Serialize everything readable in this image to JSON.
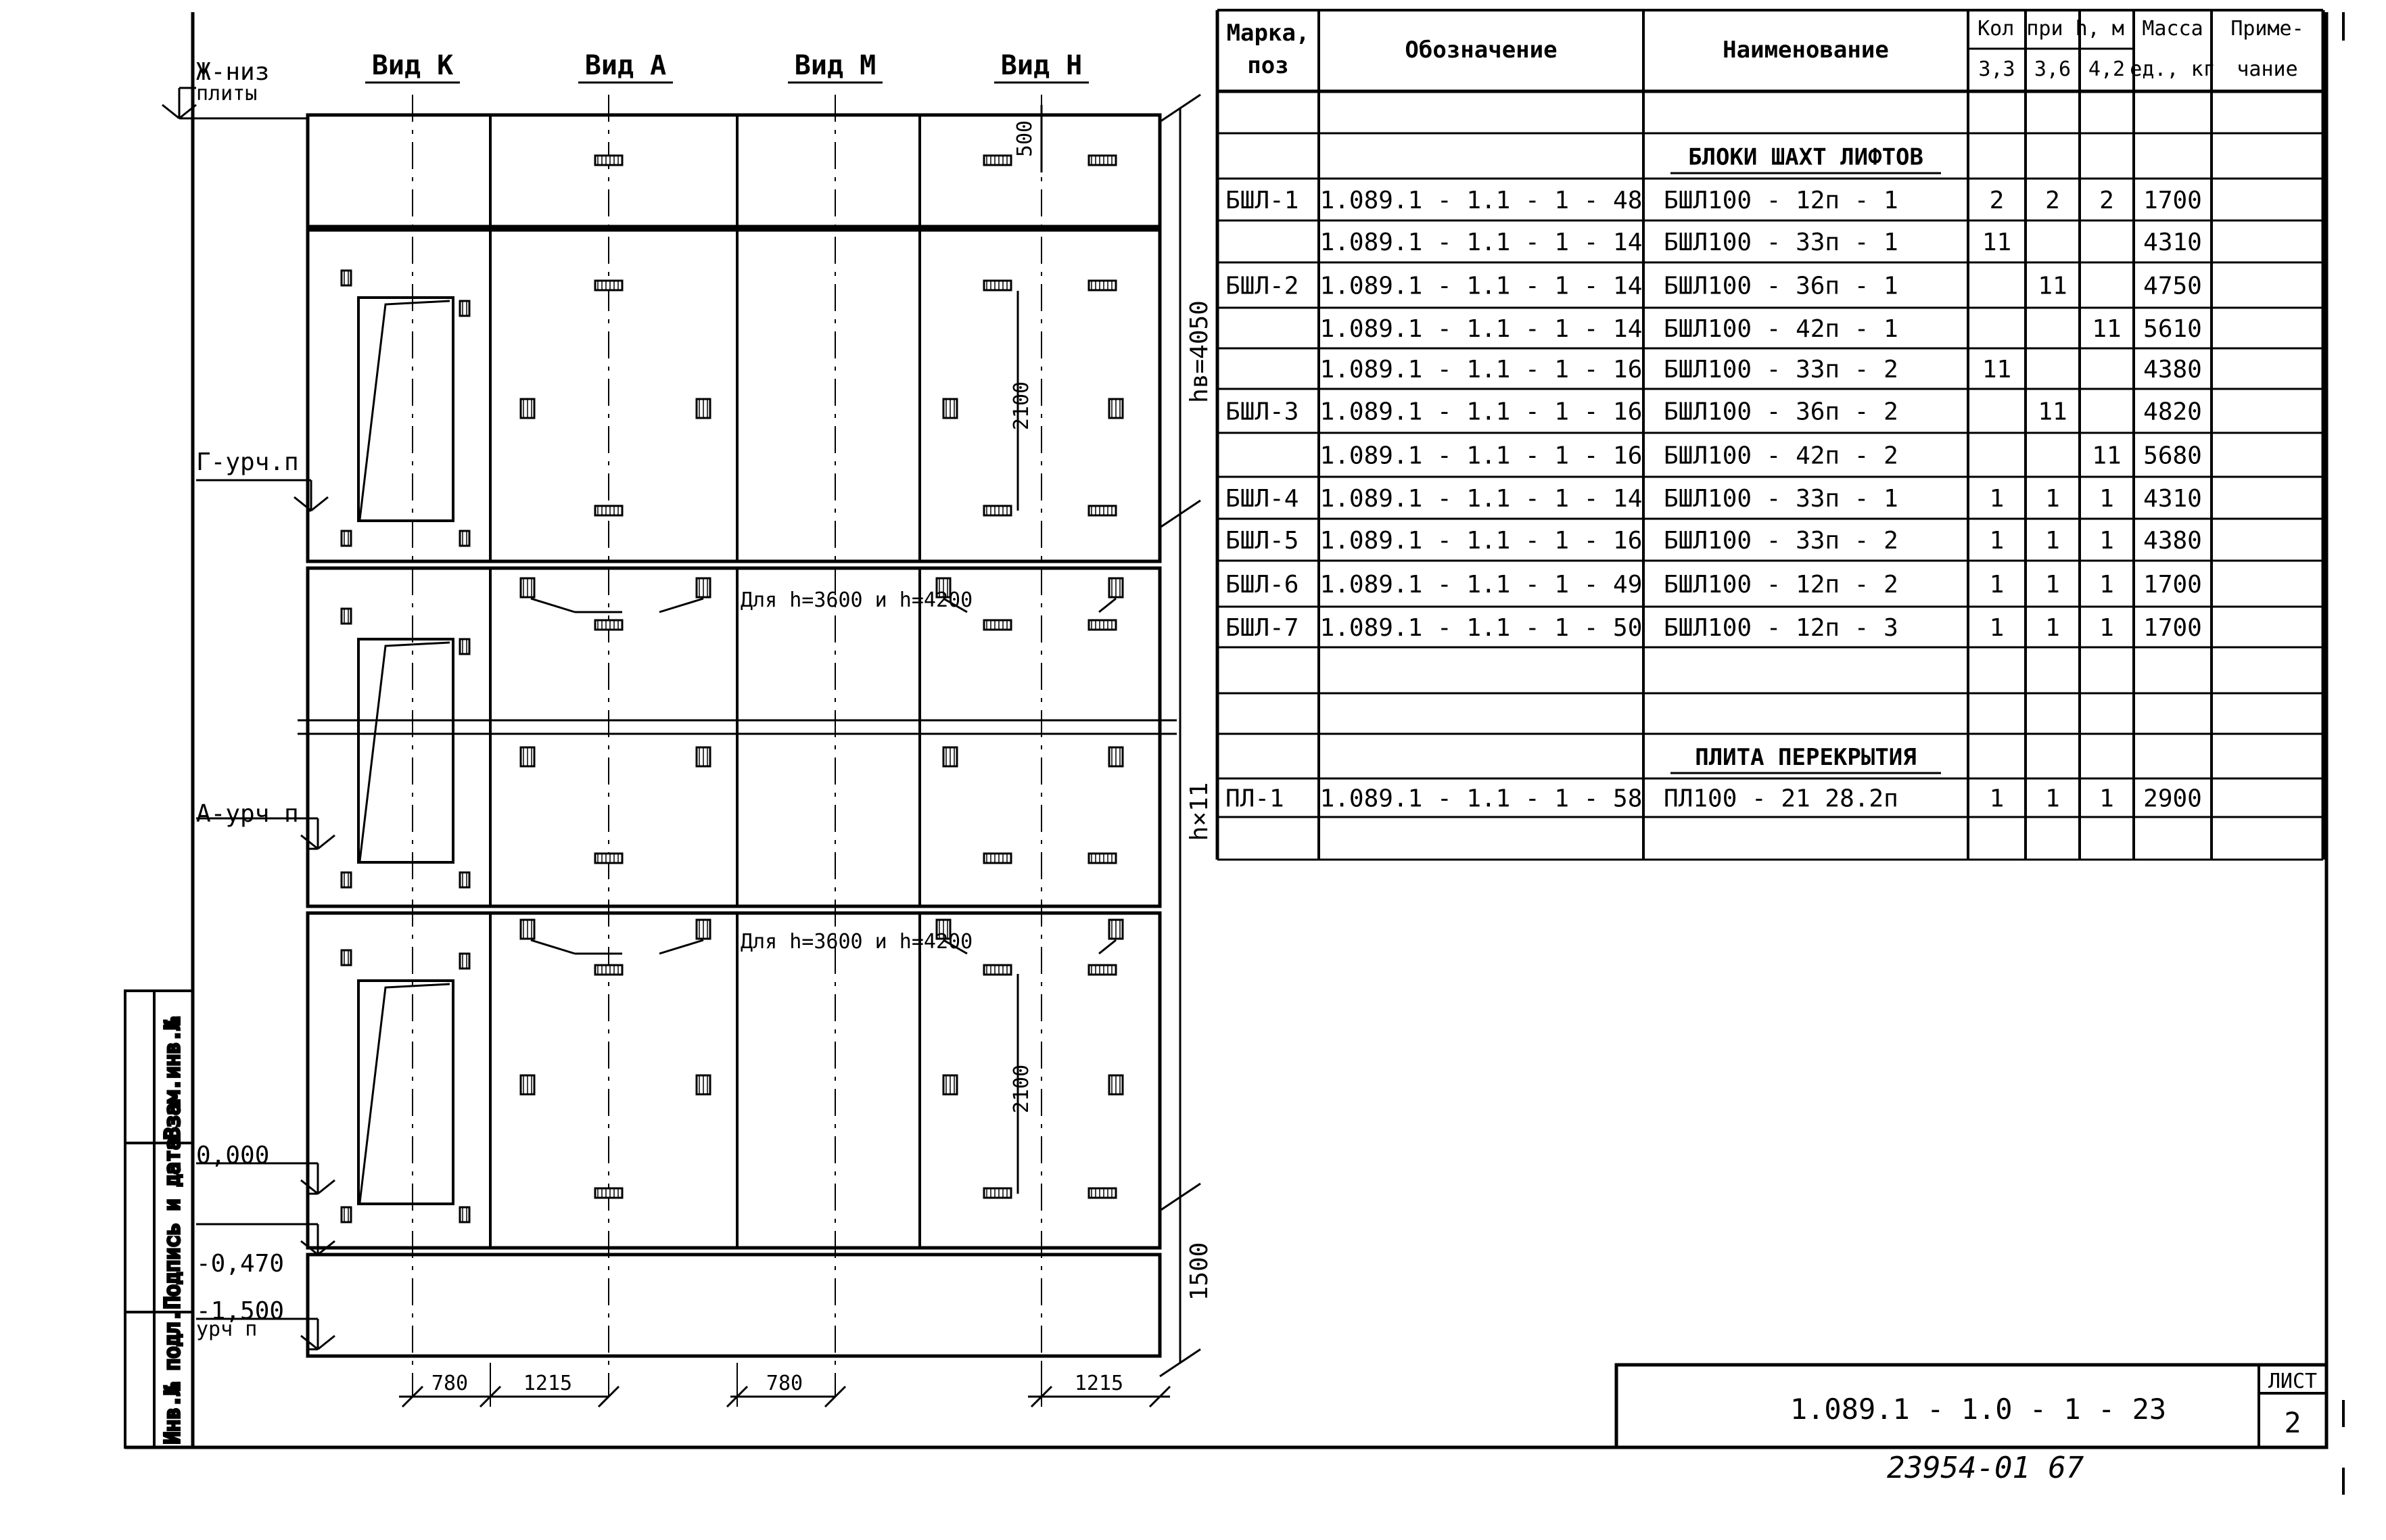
{
  "drawing": {
    "views": [
      "Вид К",
      "Вид А",
      "Вид М",
      "Вид Н"
    ],
    "levels": [
      "Ж-низ",
      "плиты",
      "Г-урч.п",
      "А-урч п",
      "0,000",
      "-0,470",
      "-1,500",
      "урч п"
    ],
    "dims_vertical": [
      "hв=4050",
      "h×11",
      "1500"
    ],
    "dims_inner": [
      "500",
      "2100",
      "2100"
    ],
    "dims_bottom": [
      "780",
      "1215",
      "780",
      "1215"
    ],
    "notes": [
      "Для h=3600 и h=4200",
      "Для h=3600 и h=4200"
    ]
  },
  "side_stamp": [
    "Инв.№ подл.",
    "Подпись и дата",
    "Взам.инв.№"
  ],
  "spec_table": {
    "headers": {
      "mark": [
        "Марка,",
        "поз"
      ],
      "designation": "Обозначение",
      "name": "Наименование",
      "qty": "Кол при h, м",
      "qty_cols": [
        "3,3",
        "3,6",
        "4,2"
      ],
      "mass": [
        "Масса",
        "ед., кг"
      ],
      "note": [
        "Приме-",
        "чание"
      ]
    },
    "rows": [
      {
        "mark": "",
        "des": "",
        "name": "",
        "q1": "",
        "q2": "",
        "q3": "",
        "mass": ""
      },
      {
        "mark": "",
        "des": "",
        "name": "Блоки шахт лифтов",
        "q1": "",
        "q2": "",
        "q3": "",
        "mass": "",
        "section": true
      },
      {
        "mark": "БШЛ-1",
        "des": "1.089.1 - 1.1 - 1 - 48",
        "name": "БШЛ100 - 12п - 1",
        "q1": "2",
        "q2": "2",
        "q3": "2",
        "mass": "1700"
      },
      {
        "mark": "",
        "des": "1.089.1 - 1.1 - 1 - 14",
        "name": "БШЛ100 - 33п - 1",
        "q1": "11",
        "q2": "",
        "q3": "",
        "mass": "4310"
      },
      {
        "mark": "БШЛ-2",
        "des": "1.089.1 - 1.1 - 1 - 14",
        "name": "БШЛ100 - 36п - 1",
        "q1": "",
        "q2": "11",
        "q3": "",
        "mass": "4750"
      },
      {
        "mark": "",
        "des": "1.089.1 - 1.1 - 1 - 14",
        "name": "БШЛ100 - 42п - 1",
        "q1": "",
        "q2": "",
        "q3": "11",
        "mass": "5610"
      },
      {
        "mark": "",
        "des": "1.089.1 - 1.1 - 1 - 16",
        "name": "БШЛ100 - 33п - 2",
        "q1": "11",
        "q2": "",
        "q3": "",
        "mass": "4380"
      },
      {
        "mark": "БШЛ-3",
        "des": "1.089.1 - 1.1 - 1 - 16",
        "name": "БШЛ100 - 36п - 2",
        "q1": "",
        "q2": "11",
        "q3": "",
        "mass": "4820"
      },
      {
        "mark": "",
        "des": "1.089.1 - 1.1 - 1 - 16",
        "name": "БШЛ100 - 42п - 2",
        "q1": "",
        "q2": "",
        "q3": "11",
        "mass": "5680"
      },
      {
        "mark": "БШЛ-4",
        "des": "1.089.1 - 1.1 - 1 - 14",
        "name": "БШЛ100 - 33п - 1",
        "q1": "1",
        "q2": "1",
        "q3": "1",
        "mass": "4310"
      },
      {
        "mark": "БШЛ-5",
        "des": "1.089.1 - 1.1 - 1 - 16",
        "name": "БШЛ100 - 33п - 2",
        "q1": "1",
        "q2": "1",
        "q3": "1",
        "mass": "4380"
      },
      {
        "mark": "БШЛ-6",
        "des": "1.089.1 - 1.1 - 1 - 49",
        "name": "БШЛ100 - 12п - 2",
        "q1": "1",
        "q2": "1",
        "q3": "1",
        "mass": "1700"
      },
      {
        "mark": "БШЛ-7",
        "des": "1.089.1 - 1.1 - 1 - 50",
        "name": "БШЛ100 - 12п - 3",
        "q1": "1",
        "q2": "1",
        "q3": "1",
        "mass": "1700"
      },
      {
        "mark": "",
        "des": "",
        "name": "",
        "q1": "",
        "q2": "",
        "q3": "",
        "mass": ""
      },
      {
        "mark": "",
        "des": "",
        "name": "",
        "q1": "",
        "q2": "",
        "q3": "",
        "mass": ""
      },
      {
        "mark": "",
        "des": "",
        "name": "Плита перекрытия",
        "q1": "",
        "q2": "",
        "q3": "",
        "mass": "",
        "section": true
      },
      {
        "mark": "ПЛ-1",
        "des": "1.089.1 - 1.1 - 1 - 58",
        "name": "ПЛ100 - 21 28.2п",
        "q1": "1",
        "q2": "1",
        "q3": "1",
        "mass": "2900"
      },
      {
        "mark": "",
        "des": "",
        "name": "",
        "q1": "",
        "q2": "",
        "q3": "",
        "mass": ""
      }
    ]
  },
  "title_block": {
    "code": "1.089.1 - 1.0 - 1 - 23",
    "sheet_label": "Лист",
    "sheet_no": "2"
  },
  "inventory_number": "23954-01   67"
}
